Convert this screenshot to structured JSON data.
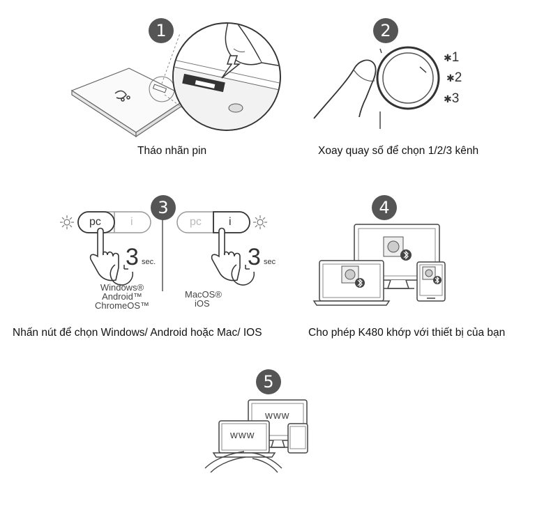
{
  "steps": [
    {
      "number": "1",
      "caption": "Tháo nhãn pin"
    },
    {
      "number": "2",
      "caption": "Xoay quay số để chọn 1/2/3 kênh",
      "channels": [
        "1",
        "2",
        "3"
      ]
    },
    {
      "number": "3",
      "caption": "Nhấn nút để chọn Windows/ Android hoặc Mac/ IOS",
      "pc_label": "pc",
      "i_label": "i",
      "seconds": "3",
      "sec_label": "sec.",
      "sec_label_right": "sec",
      "os_left": [
        "Windows®",
        "Android™",
        "ChromeOS™"
      ],
      "os_right": [
        "MacOS®",
        "iOS"
      ]
    },
    {
      "number": "4",
      "caption": "Cho phép K480 khớp với thiết bị của bạn"
    },
    {
      "number": "5",
      "caption": "",
      "www_label": "www"
    }
  ],
  "icons": [
    "battery-tab-icon",
    "bluetooth-icon",
    "dial-icon",
    "finger-press-icon",
    "gear-icon",
    "laptop-icon",
    "monitor-icon",
    "tablet-icon"
  ],
  "colors": {
    "badge": "#555555",
    "line": "#555555"
  }
}
